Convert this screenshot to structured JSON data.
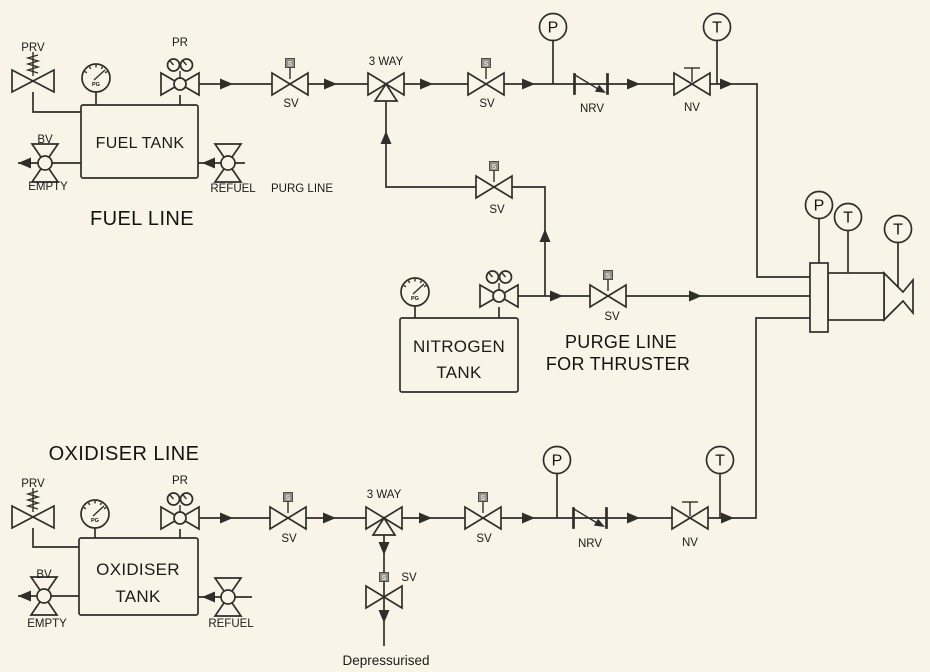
{
  "colors": {
    "background": "#f8f5e8",
    "line": "#2f2e2a",
    "solenoid_fill": "#92908a"
  },
  "symbols": {
    "solenoid": "S",
    "pg": "PG"
  },
  "fuel": {
    "title": "FUEL LINE",
    "tank": "FUEL TANK",
    "prv": "PRV",
    "pr": "PR",
    "bv": "BV",
    "empty": "EMPTY",
    "refuel": "REFUEL",
    "sv1": "SV",
    "three_way": "3 WAY",
    "sv2": "SV",
    "p": "P",
    "nrv": "NRV",
    "nv": "NV",
    "t": "T"
  },
  "purge": {
    "purg_label": "PURG LINE",
    "title1": "PURGE LINE",
    "title2": "FOR THRUSTER",
    "tank1": "NITROGEN",
    "tank2": "TANK",
    "sv_top": "SV",
    "sv_main": "SV"
  },
  "ox": {
    "title": "OXIDISER LINE",
    "tank1": "OXIDISER",
    "tank2": "TANK",
    "prv": "PRV",
    "pr": "PR",
    "bv": "BV",
    "empty": "EMPTY",
    "refuel": "REFUEL",
    "sv1": "SV",
    "three_way": "3 WAY",
    "sv_drain": "SV",
    "drain_note": "Depressurised",
    "sv2": "SV",
    "p": "P",
    "nrv": "NRV",
    "nv": "NV",
    "t": "T"
  },
  "thruster": {
    "p": "P",
    "t1": "T",
    "t2": "T"
  }
}
